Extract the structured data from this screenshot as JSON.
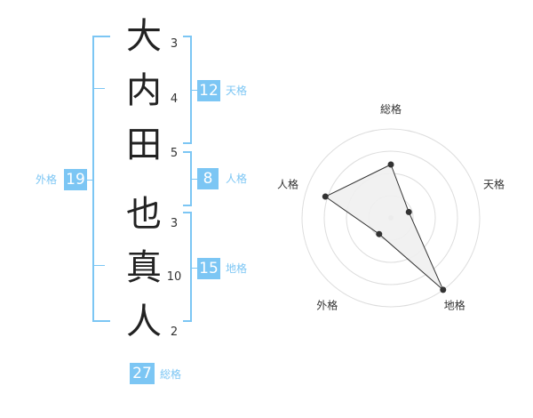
{
  "name": {
    "characters": [
      {
        "char": "大",
        "strokes": "3"
      },
      {
        "char": "内",
        "strokes": "4"
      },
      {
        "char": "田",
        "strokes": "5"
      },
      {
        "char": "也",
        "strokes": "3"
      },
      {
        "char": "真",
        "strokes": "10"
      },
      {
        "char": "人",
        "strokes": "2"
      }
    ]
  },
  "fortune": {
    "tenkaku": {
      "value": "12",
      "label": "天格"
    },
    "jinkaku": {
      "value": "8",
      "label": "人格"
    },
    "chikaku": {
      "value": "15",
      "label": "地格"
    },
    "gaikaku": {
      "value": "19",
      "label": "外格"
    },
    "soukaku": {
      "value": "27",
      "label": "総格"
    }
  },
  "chart_data": {
    "type": "radar",
    "axes": [
      "総格",
      "天格",
      "地格",
      "外格",
      "人格"
    ],
    "rings": 4,
    "scale_max": 4,
    "values": [
      2.4,
      0.85,
      4.0,
      0.9,
      3.1
    ],
    "colors": {
      "fill": "#f0f0f0",
      "stroke": "#333333",
      "grid": "#dddddd",
      "accent": "#7cc6f4"
    }
  }
}
